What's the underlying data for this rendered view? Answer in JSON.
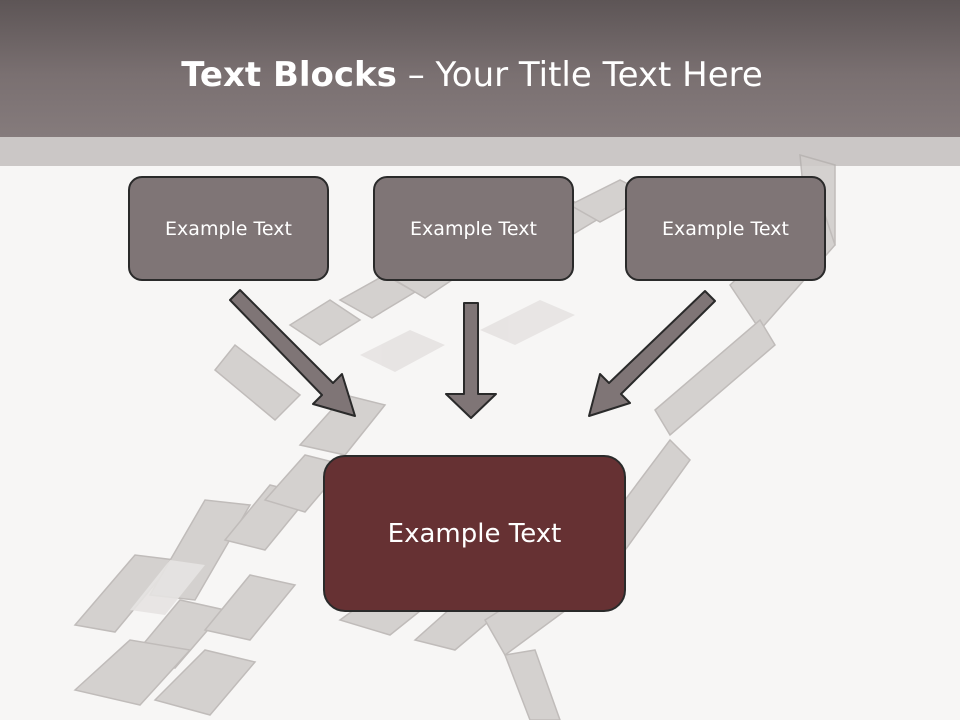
{
  "slide": {
    "title_bold": "Text Blocks",
    "title_dash": " – ",
    "title_rest": "Your Title Text Here"
  },
  "blocks": [
    {
      "label": "Example Text"
    },
    {
      "label": "Example Text"
    },
    {
      "label": "Example Text"
    }
  ],
  "main_block": {
    "label": "Example Text"
  },
  "colors": {
    "header": "#7a7071",
    "block": "#7f7576",
    "main_block": "#663133",
    "arrow": "#7f7576",
    "background": "#f7f6f5"
  }
}
